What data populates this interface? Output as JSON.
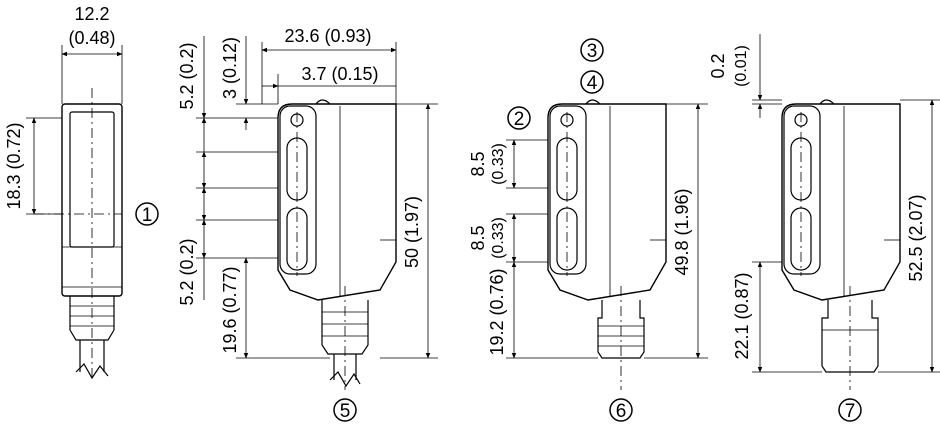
{
  "dimensions": {
    "width_mm": "12.2",
    "width_in": "(0.48)",
    "height_1_mm": "18.3",
    "height_1_in": "(0.72)",
    "top_offset_mm": "5.2",
    "top_offset_in": "(0.2)",
    "small_offset_mm": "3",
    "small_offset_in": "(0.12)",
    "depth_mm": "23.6",
    "depth_in": "(0.93)",
    "depth_2_mm": "3.7",
    "depth_2_in": "(0.15)",
    "bottom_offset_mm": "5.2",
    "bottom_offset_in": "(0.2)",
    "cable_len_mm": "19.6",
    "cable_len_in": "(0.77)",
    "total_h_mm": "50",
    "total_h_in": "(1.97)",
    "slot_1_mm": "8.5",
    "slot_1_in": "(0.33)",
    "slot_2_mm": "8.5",
    "slot_2_in": "(0.33)",
    "conn_len_mm": "19.2",
    "conn_len_in": "(0.76)",
    "total_h2_mm": "49.8",
    "total_h2_in": "(1.96)",
    "gap_mm": "0.2",
    "gap_in": "(0.01)",
    "m12_len_mm": "22.1",
    "m12_len_in": "(0.87)",
    "total_h3_mm": "52.5",
    "total_h3_in": "(2.07)"
  },
  "callouts": {
    "c1": "1",
    "c2": "2",
    "c3": "3",
    "c4": "4",
    "c5": "5",
    "c6": "6",
    "c7": "7"
  }
}
